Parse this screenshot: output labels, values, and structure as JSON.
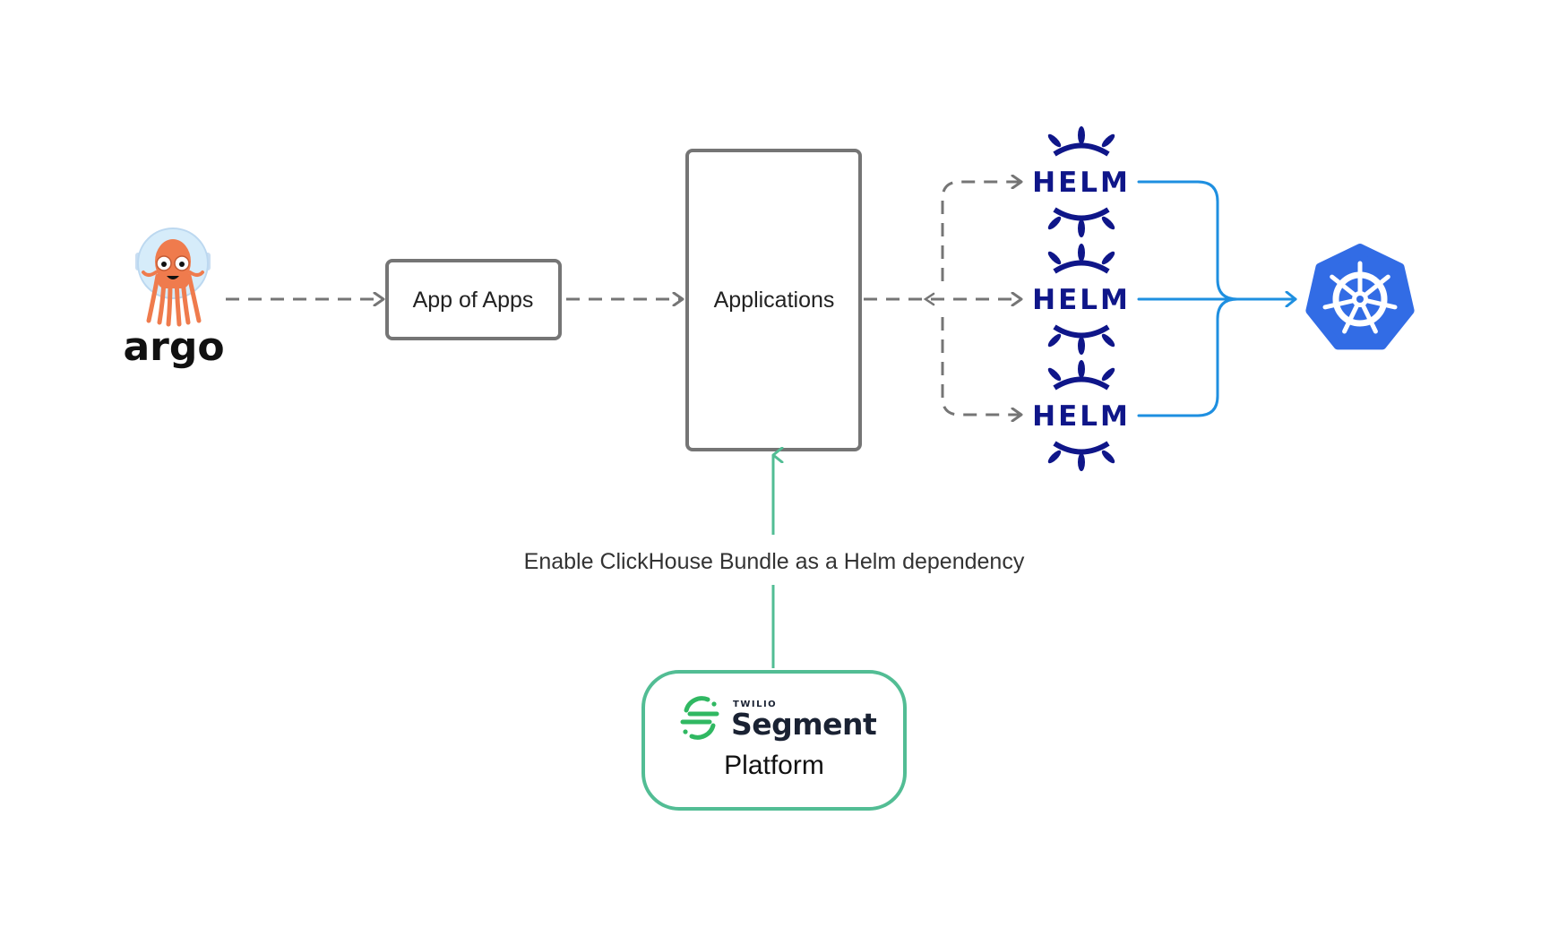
{
  "diagram": {
    "nodes": {
      "argo": {
        "label": "argo",
        "icon": "argo-octopus-logo"
      },
      "app_of_apps": {
        "label": "App of Apps"
      },
      "applications": {
        "label": "Applications"
      },
      "helm_charts": [
        {
          "label": "HELM",
          "icon": "helm-wheel-logo"
        },
        {
          "label": "HELM",
          "icon": "helm-wheel-logo"
        },
        {
          "label": "HELM",
          "icon": "helm-wheel-logo"
        }
      ],
      "kubernetes": {
        "label": "",
        "icon": "kubernetes-logo"
      },
      "segment": {
        "brand_top": "TWILIO",
        "brand": "Segment",
        "label": "Platform",
        "icon": "segment-logo"
      }
    },
    "edges": [
      {
        "from": "argo",
        "to": "app_of_apps",
        "style": "dashed"
      },
      {
        "from": "app_of_apps",
        "to": "applications",
        "style": "dashed"
      },
      {
        "from": "applications",
        "to": "helm_charts",
        "style": "dashed-branch"
      },
      {
        "from": "helm_charts",
        "to": "kubernetes",
        "style": "solid-merge"
      },
      {
        "from": "segment",
        "to": "applications",
        "style": "solid",
        "label": "Enable ClickHouse Bundle as a Helm dependency"
      }
    ],
    "colors": {
      "gray_stroke": "#757575",
      "helm_navy": "#0f1689",
      "kube_blue": "#326ce5",
      "merge_blue": "#1e8fe0",
      "segment_green": "#52bd94",
      "argo_orange": "#ef7b4d",
      "helmet_blue": "#d6ecfa"
    }
  }
}
